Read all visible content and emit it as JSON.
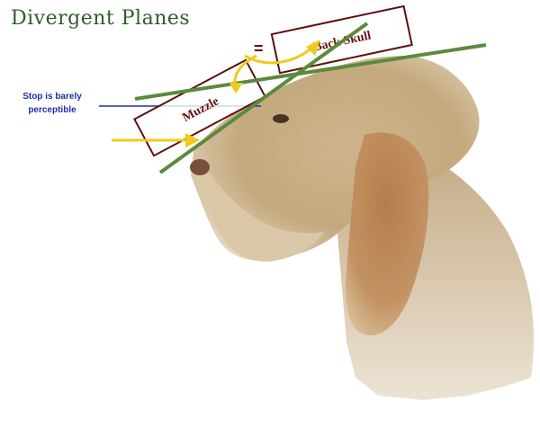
{
  "title": "Divergent Planes",
  "note": {
    "line1": "Stop is barely",
    "line2": "perceptible"
  },
  "labels": {
    "back_skull": "Back Skull",
    "muzzle": "Muzzle",
    "equals": "="
  },
  "colors": {
    "title": "#2f5d2a",
    "note_text": "#1e2fa8",
    "box_stroke": "#5e1010",
    "plane_line": "#5b8a3c",
    "arrow": "#f2c81a",
    "fur_light": "#d8c3a0",
    "fur_mid": "#b69a72",
    "fur_ear": "#b9865a"
  }
}
